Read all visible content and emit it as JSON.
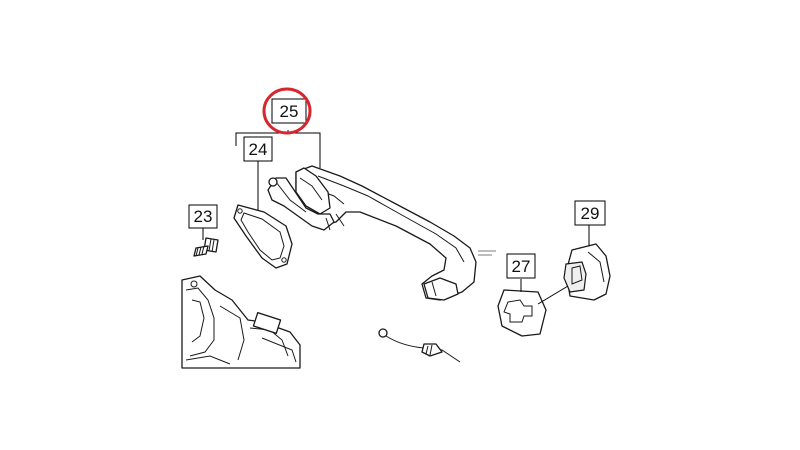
{
  "callouts": {
    "c25": "25",
    "c24": "24",
    "c23": "23",
    "c27": "27",
    "c29": "29"
  },
  "highlight": {
    "callout": "25",
    "color": "#d7262e"
  },
  "colors": {
    "line": "#1a1a1a",
    "background": "#ffffff"
  }
}
